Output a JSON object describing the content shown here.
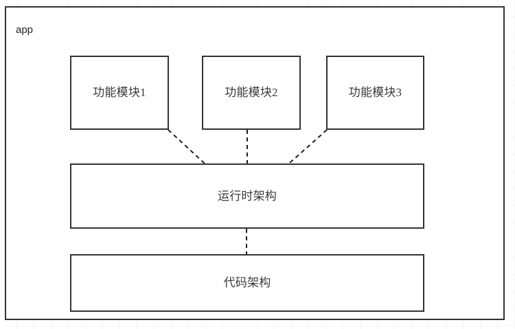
{
  "diagram": {
    "type": "layered-architecture-diagram",
    "container": {
      "label": "app"
    },
    "nodes": [
      {
        "id": "module-1",
        "label": "功能模块1",
        "layer": "modules"
      },
      {
        "id": "module-2",
        "label": "功能模块2",
        "layer": "modules"
      },
      {
        "id": "module-3",
        "label": "功能模块3",
        "layer": "modules"
      },
      {
        "id": "runtime",
        "label": "运行时架构",
        "layer": "runtime"
      },
      {
        "id": "code",
        "label": "代码架构",
        "layer": "code"
      }
    ],
    "edges": [
      {
        "from": "module-1",
        "to": "runtime",
        "style": "dashed"
      },
      {
        "from": "module-2",
        "to": "runtime",
        "style": "dashed"
      },
      {
        "from": "module-3",
        "to": "runtime",
        "style": "dashed"
      },
      {
        "from": "runtime",
        "to": "code",
        "style": "dashed"
      }
    ],
    "colors": {
      "stroke": "#333333",
      "edge": "#1d1d1d",
      "node_fill": "#ffffff",
      "node_text": "#3a3a3a",
      "container_text": "#1f1f1f",
      "background": "#ffffff",
      "grid": "rgba(0,0,0,0.035)"
    }
  }
}
